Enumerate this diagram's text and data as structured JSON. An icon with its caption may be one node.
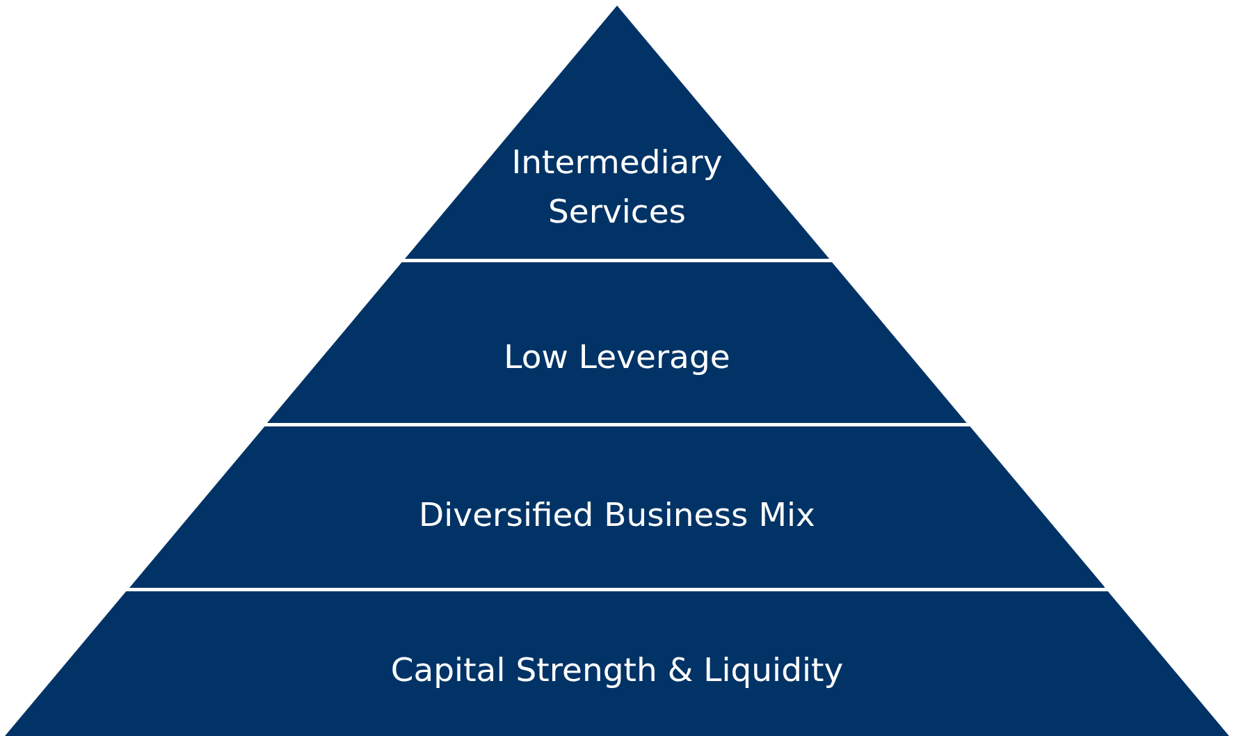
{
  "diagram": {
    "nodes": [
      {
        "text": [
          "Intermediary Services"
        ]
      },
      {
        "text": [
          "Low Leverage"
        ]
      },
      {
        "text": [
          "Diversified Business Mix"
        ]
      },
      {
        "text": [
          "Capital Strength & Liquidity"
        ]
      }
    ]
  }
}
